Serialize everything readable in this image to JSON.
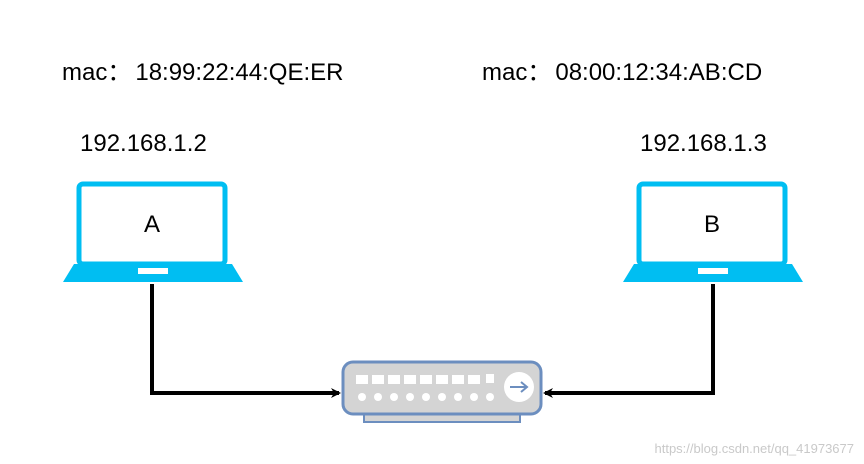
{
  "hostA": {
    "mac_prefix": "mac：",
    "mac": "18:99:22:44:QE:ER",
    "ip": "192.168.1.2",
    "name": "A"
  },
  "hostB": {
    "mac_prefix": "mac：",
    "mac": "08:00:12:34:AB:CD",
    "ip": "192.168.1.3",
    "name": "B"
  },
  "switch": {
    "icon": "network-switch-icon",
    "port_icon": "arrow-right-icon"
  },
  "watermark": "https://blog.csdn.net/qq_41973677",
  "colors": {
    "laptop": "#00BEF2",
    "switch_fill": "#D4D4D4",
    "switch_stroke": "#6C8EBF",
    "connector": "#000000"
  }
}
